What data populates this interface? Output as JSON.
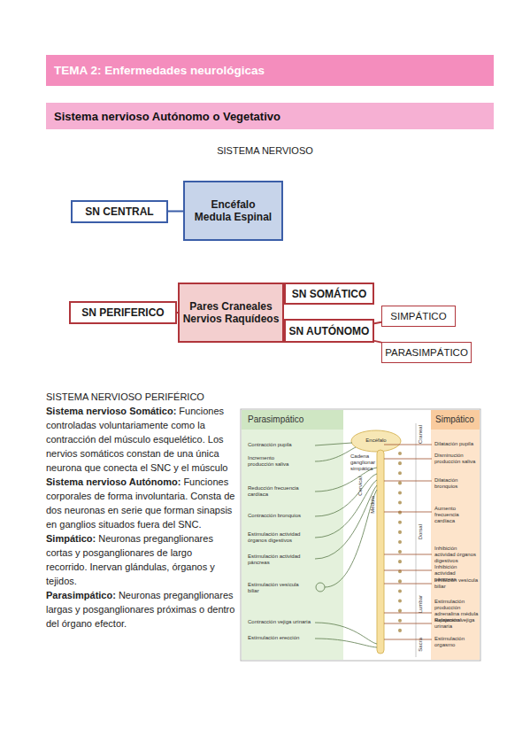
{
  "diagram": {
    "title": "SISTEMA NERVIOSO",
    "nodes": [
      {
        "text": [
          "TEMA 2: Enfermedades neurológicas"
        ]
      },
      {
        "text": [
          "Sistema nervioso Autónomo o Vegetativo"
        ]
      },
      {
        "text": [
          "SN CENTRAL"
        ]
      },
      {
        "text": [
          "Encéfalo Medula Espinal"
        ]
      },
      {
        "text": [
          "SN PERIFERICO"
        ]
      },
      {
        "text": [
          "Pares Craneales Nervios Raquídeos"
        ]
      },
      {
        "text": [
          "SN SOMÁTICO"
        ]
      },
      {
        "text": [
          "SN AUTÓNOMO"
        ]
      },
      {
        "text": [
          "SIMPÁTICO"
        ]
      },
      {
        "text": [
          "PARASIMPÁTICO"
        ]
      }
    ],
    "edges": [
      {
        "from": 2,
        "to": 3,
        "arrow": "none"
      },
      {
        "from": 4,
        "to": 5,
        "arrow": "none"
      },
      {
        "from": 5,
        "to": 6,
        "arrow": "none"
      },
      {
        "from": 5,
        "to": 7,
        "arrow": "none"
      },
      {
        "from": 7,
        "to": 8,
        "arrow": "none"
      },
      {
        "from": 7,
        "to": 9,
        "arrow": "none"
      }
    ],
    "labels": [
      "SISTEMA NERVIOSO PERIFÉRICO",
      "Sistema nervioso Somático:",
      "Funciones controladas voluntariamente como la contracción del músculo esquelético. Los nervios somáticos constan de una única neurona que conecta el SNC y el músculo",
      "Sistema nervioso Autónomo:",
      "Funciones corporales de forma involuntaria. Consta de dos neuronas en serie que forman sinapsis en ganglios situados fuera del SNC.",
      "Simpático:",
      "Neuronas preganglionares cortas y posganglionares de largo recorrido. Inervan glándulas, órganos y tejidos.",
      "Parasimpático:",
      "Neuronas preganglionares largas y posganglionares próximas o dentro del órgano efector.",
      "Parasimpático",
      "Simpático",
      "Contracción pupila",
      "Incremento producción saliva",
      "Reducción frecuencia cardíaca",
      "Contracción bronquios",
      "Estimulación actividad órganos digestivos",
      "Estimulación actividad páncreas",
      "Estimulación vesícula biliar",
      "Contracción vejiga urinaria",
      "Estimulación erección",
      "Dilatación pupila",
      "Disminución producción saliva",
      "Dilatación bronquios",
      "Aumento frecuencia cardíaca",
      "Inhibición actividad órganos digestivos",
      "Inhibición actividad páncreas",
      "Inhibición vesícula biliar",
      "Estimulación producción adrenalina médula suprarrenal",
      "Relajación vejiga urinaria",
      "Estimulación orgasmo",
      "Encéfalo",
      "Craneal",
      "Cadena ganglionar simpática",
      "Cervical",
      "Médula",
      "Dorsal",
      "Lumbar",
      "Sacra"
    ]
  }
}
